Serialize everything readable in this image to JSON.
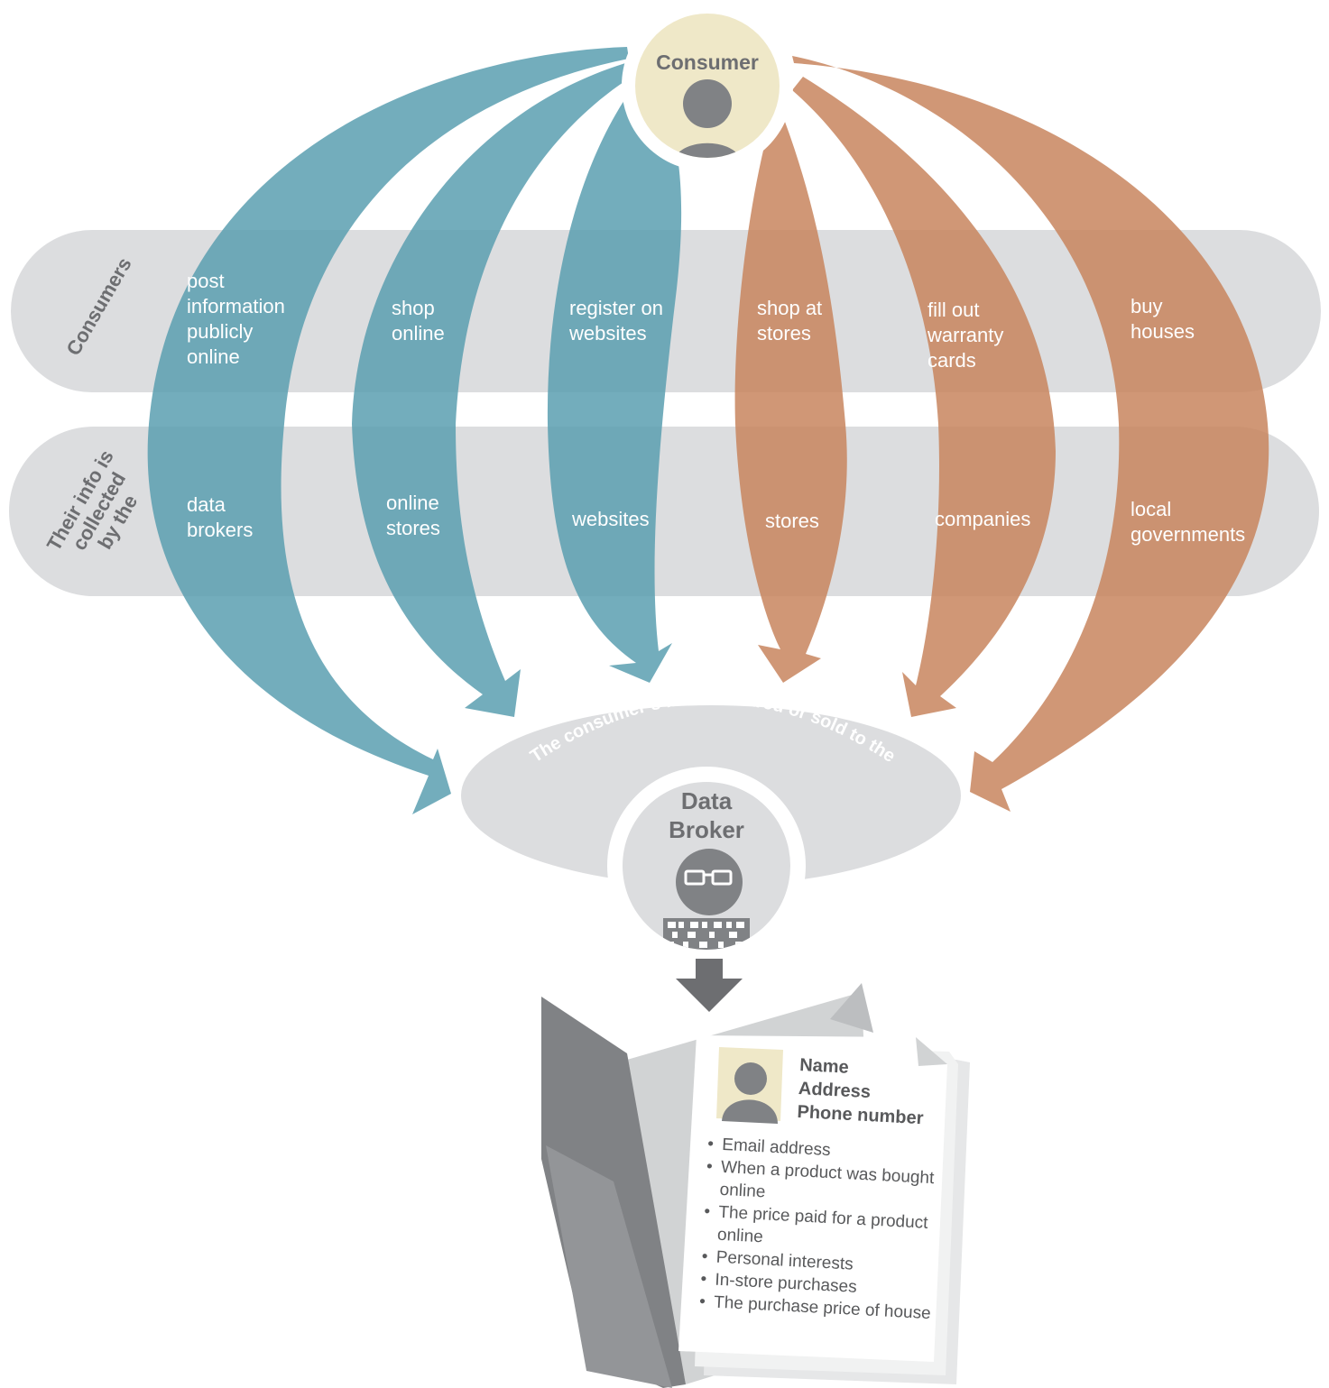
{
  "consumer": {
    "title": "Consumer",
    "icon": "person-icon"
  },
  "bands": {
    "consumers_title": "Consumers",
    "collected_title": "Their info is\ncollected\nby the"
  },
  "actions": [
    "post\ninformation\npublicly\nonline",
    "shop\nonline",
    "register on\nwebsites",
    "shop at\nstores",
    "fill out\nwarranty\ncards",
    "buy\nhouses"
  ],
  "collectors": [
    "data\nbrokers",
    "online\nstores",
    "websites",
    "stores",
    "companies",
    "local\ngovernments"
  ],
  "shared_label": "The consumer’s info is shared or sold to the",
  "broker": {
    "title": "Data\nBroker",
    "icon": "hacker-with-glasses-icon"
  },
  "profile": {
    "header": "Name\nAddress\nPhone number",
    "items": [
      "Email address",
      "When a product was bought online",
      "The price paid for a product online",
      "Personal interests",
      "In-store purchases",
      "The purchase price of house"
    ]
  },
  "colors": {
    "online_arrows": "#5b9fb0",
    "offline_arrows": "#c8855e",
    "bands": "#dcdddf",
    "consumer_circle": "#efe8c8",
    "icon_gray": "#808285",
    "text_gray": "#6d6e71"
  }
}
